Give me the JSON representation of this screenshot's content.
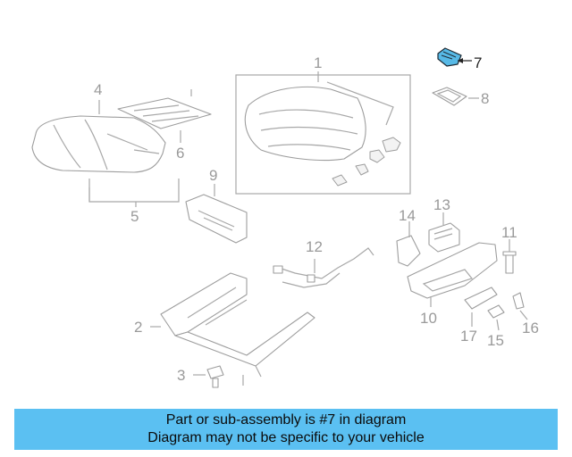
{
  "callouts": {
    "c1": "1",
    "c2": "2",
    "c3": "3",
    "c4": "4",
    "c5": "5",
    "c6": "6",
    "c7": "7",
    "c8": "8",
    "c9": "9",
    "c10": "10",
    "c11": "11",
    "c12": "12",
    "c13": "13",
    "c14": "14",
    "c15": "15",
    "c16": "16",
    "c17": "17"
  },
  "highlighted_part": "7",
  "colors": {
    "banner": "#5bc0f2",
    "highlight": "#57b9e6",
    "line": "#9d9d9d"
  },
  "banner": {
    "line1": "Part or sub-assembly is #7 in diagram",
    "line2": "Diagram may not be specific to your vehicle"
  }
}
